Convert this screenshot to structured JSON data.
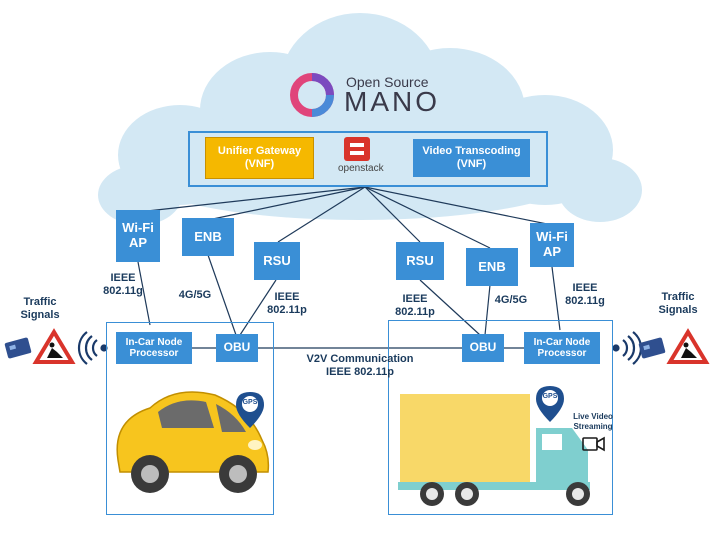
{
  "mano": {
    "title_top": "Open Source",
    "title_main": "MANO"
  },
  "vnf": {
    "unifier": "Unifier Gateway\n(VNF)",
    "video": "Video Transcoding\n(VNF)",
    "openstack": "openstack"
  },
  "nodes": {
    "wifi_left": "Wi-Fi\nAP",
    "enb_left": "ENB",
    "rsu_left": "RSU",
    "rsu_right": "RSU",
    "enb_right": "ENB",
    "wifi_right": "Wi-Fi\nAP",
    "incar_left": "In-Car Node\nProcessor",
    "obu_left": "OBU",
    "obu_right": "OBU",
    "incar_right": "In-Car Node\nProcessor"
  },
  "links": {
    "wifi_left": "IEEE\n802.11g",
    "enb_left": "4G/5G",
    "rsu_left": "IEEE\n802.11p",
    "rsu_right": "IEEE\n802.11p",
    "enb_right": "4G/5G",
    "wifi_right": "IEEE\n802.11g",
    "v2v": "V2V Communication\nIEEE 802.11p"
  },
  "signals": {
    "left": "Traffic\nSignals",
    "right": "Traffic\nSignals"
  },
  "gps": {
    "car": "GPS",
    "truck": "GPS"
  },
  "truck": {
    "streaming": "Live Video\nStreaming"
  },
  "colors": {
    "accent_blue": "#3a8fd6",
    "vnf_orange": "#f5b800",
    "cloud": "#d3e8f4",
    "openstack_red": "#d9342b",
    "car_yellow": "#f7c51e",
    "truck_box": "#f8d868",
    "truck_cab": "#7fcfcf"
  }
}
